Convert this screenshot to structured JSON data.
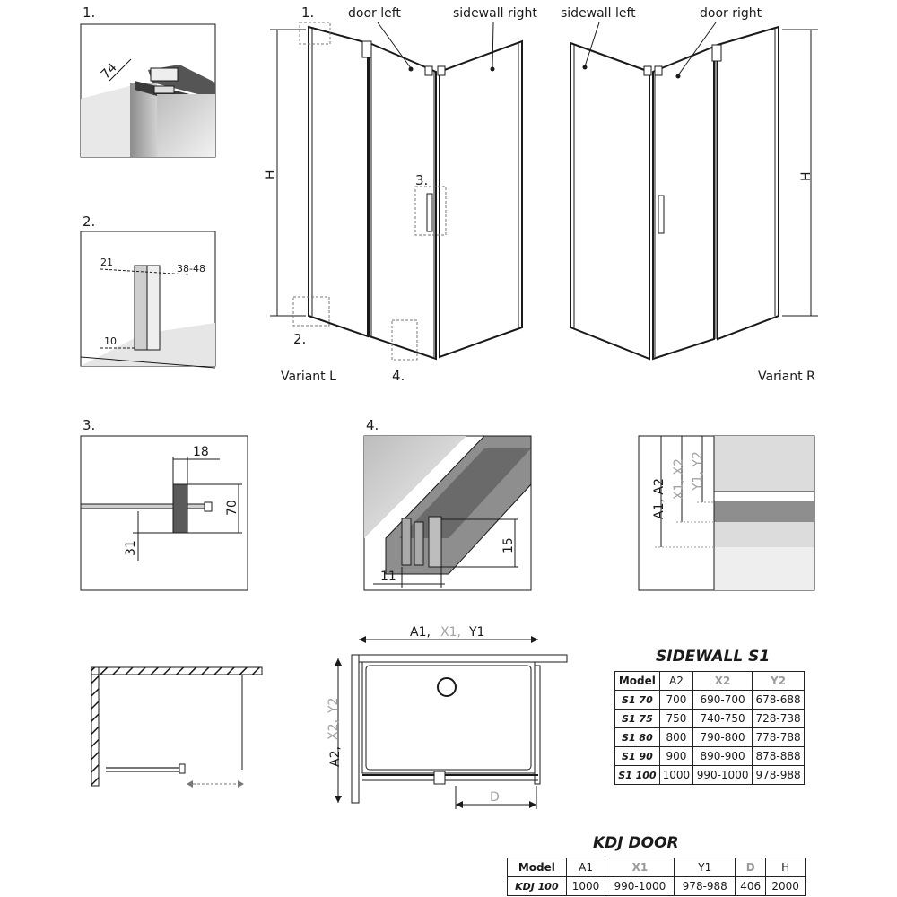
{
  "detail_markers": {
    "d1": "1.",
    "d2": "2.",
    "d3": "3.",
    "d4": "4."
  },
  "variant_left": {
    "door_label": "door left",
    "sidewall_label": "sidewall right",
    "height_label": "H",
    "caption": "Variant L"
  },
  "variant_right": {
    "sidewall_label": "sidewall left",
    "door_label": "door right",
    "height_label": "H",
    "caption": "Variant R"
  },
  "detail_1": {
    "dim": "74"
  },
  "detail_2": {
    "dim_a": "21",
    "dim_b": "38-48",
    "dim_c": "10"
  },
  "detail_3": {
    "dim_a": "18",
    "dim_b": "70",
    "dim_c": "31"
  },
  "detail_4": {
    "dim_a": "15",
    "dim_b": "11"
  },
  "detail_5": {
    "label_a": "A1, A2",
    "label_x": "X1, X2",
    "label_y": "Y1, Y2"
  },
  "plan_view": {
    "top_label_a": "A1,",
    "top_label_x": "X1,",
    "top_label_y": "Y1",
    "side_label_a": "A2,",
    "side_label_x": "X2,",
    "side_label_y": "Y2",
    "d_label": "D"
  },
  "sidewall_table": {
    "title": "SIDEWALL S1",
    "headers": [
      "Model",
      "A2",
      "X2",
      "Y2"
    ],
    "rows": [
      [
        "S1 70",
        "700",
        "690-700",
        "678-688"
      ],
      [
        "S1 75",
        "750",
        "740-750",
        "728-738"
      ],
      [
        "S1 80",
        "800",
        "790-800",
        "778-788"
      ],
      [
        "S1 90",
        "900",
        "890-900",
        "878-888"
      ],
      [
        "S1 100",
        "1000",
        "990-1000",
        "978-988"
      ]
    ]
  },
  "door_table": {
    "title": "KDJ DOOR",
    "headers": [
      "Model",
      "A1",
      "X1",
      "Y1",
      "D",
      "H"
    ],
    "rows": [
      [
        "KDJ 100",
        "1000",
        "990-1000",
        "978-988",
        "406",
        "2000"
      ]
    ]
  },
  "colors": {
    "line": "#1a1a1a",
    "grey_text": "#9a9a9a",
    "dash": "#777777"
  }
}
